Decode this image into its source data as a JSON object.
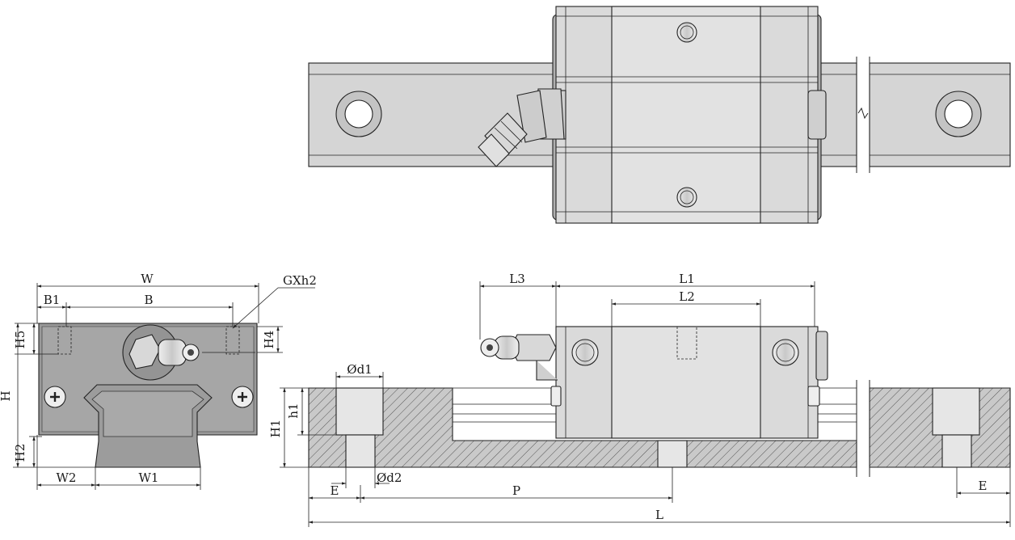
{
  "labels": {
    "W": "W",
    "B1": "B1",
    "B": "B",
    "GXh2": "GXh2",
    "H5": "H5",
    "H4": "H4",
    "H": "H",
    "H2": "H2",
    "W2": "W2",
    "W1": "W1",
    "L3": "L3",
    "L1": "L1",
    "L2": "L2",
    "d1": "Ød1",
    "h1": "h1",
    "H1": "H1",
    "d2": "Ød2",
    "E_left": "E",
    "P": "P",
    "E_right": "E",
    "L": "L"
  },
  "colors": {
    "block_fill": "#dadada",
    "rail_fill": "#d5d5d5",
    "section_fill": "#bcbcbc",
    "end_face_fill": "#9a9a9a"
  }
}
